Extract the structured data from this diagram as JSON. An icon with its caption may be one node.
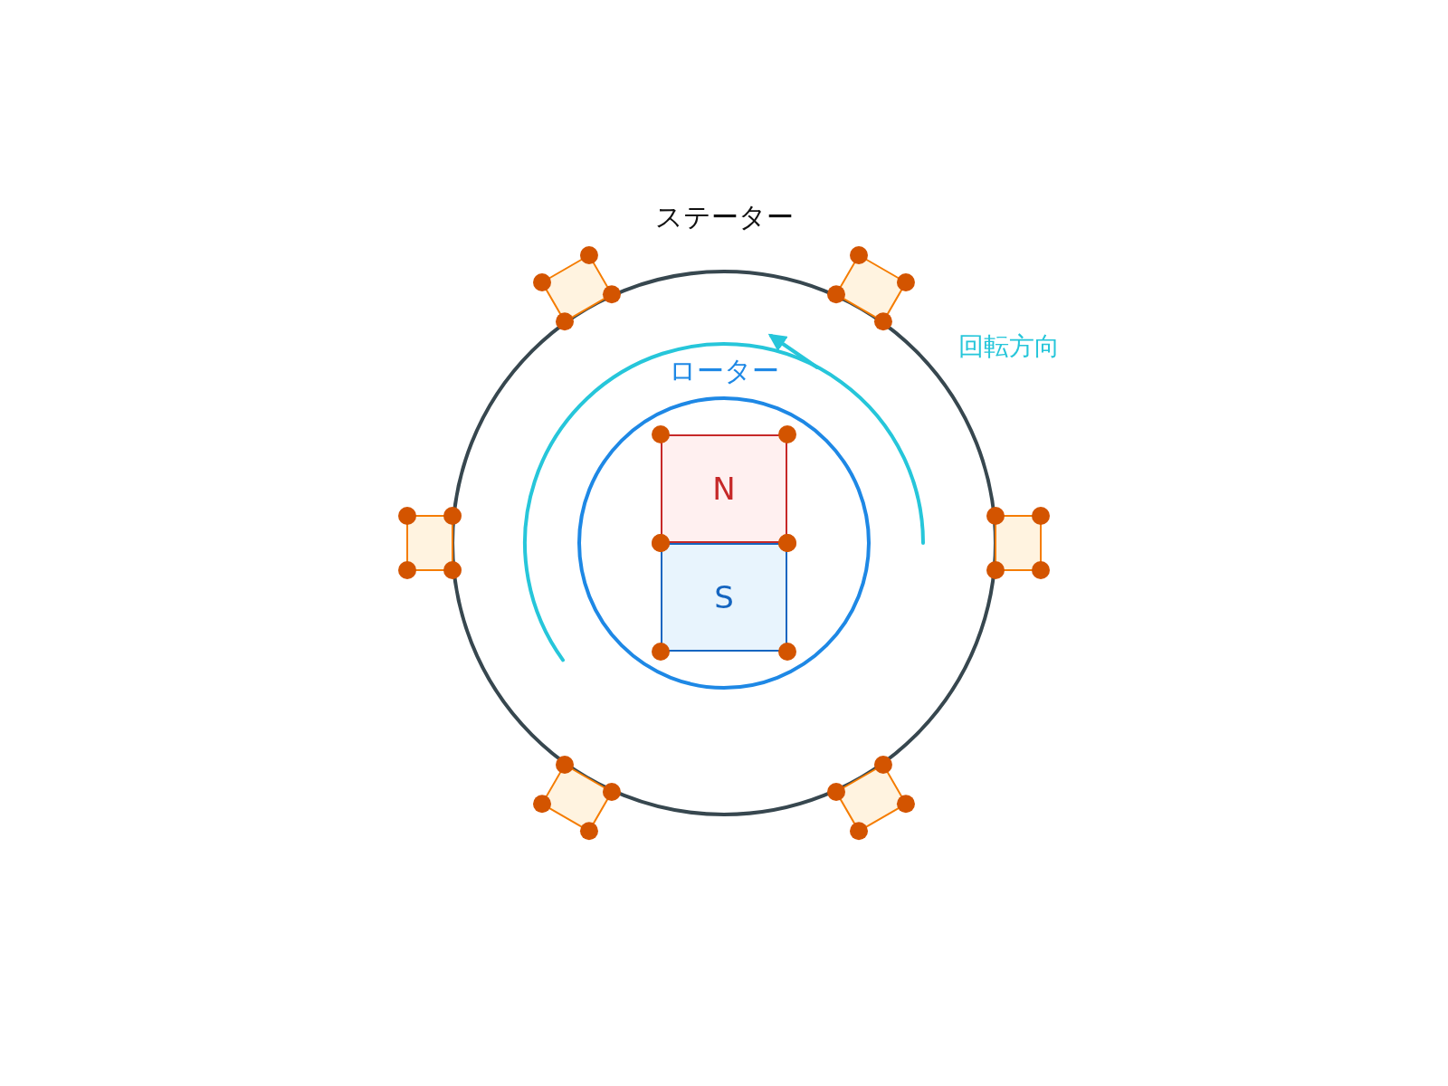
{
  "diagram": {
    "nodes": [
      {
        "text": [
          "ステーター"
        ]
      },
      {
        "text": [
          "ローター"
        ],
        "in": 0
      },
      {
        "text": [
          "N"
        ],
        "in": 1
      },
      {
        "text": [
          "S"
        ],
        "in": 1
      },
      {
        "text": [],
        "shape": "box"
      },
      {
        "text": [],
        "shape": "box"
      },
      {
        "text": [],
        "shape": "box"
      },
      {
        "text": [],
        "shape": "box"
      },
      {
        "text": [],
        "shape": "box"
      },
      {
        "text": [],
        "shape": "box"
      }
    ],
    "edges": [],
    "labels": [
      "回転方向"
    ]
  }
}
